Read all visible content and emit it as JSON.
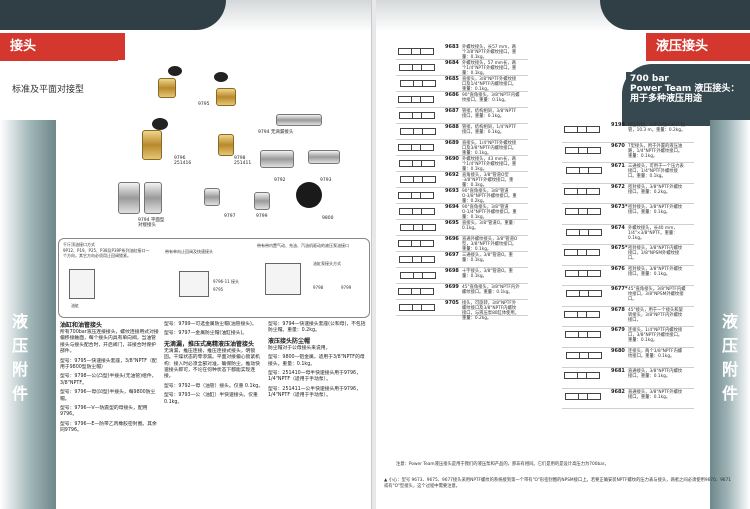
{
  "left": {
    "tab_title": "接头",
    "subtitle": "标准及平面对接型",
    "side_text": [
      "液",
      "压",
      "附",
      "件"
    ],
    "photo_labels": [
      {
        "id": "9795",
        "text": "9795"
      },
      {
        "id": "9796-251416",
        "text": "9796\n251416"
      },
      {
        "id": "9798",
        "text": "9798\n251411"
      },
      {
        "id": "9794",
        "text": "9794 无滴漏接头"
      },
      {
        "id": "9792",
        "text": "9792"
      },
      {
        "id": "9793",
        "text": "9793"
      },
      {
        "id": "9794p",
        "text": "9794 平面型\n对接接头"
      },
      {
        "id": "9797",
        "text": "9797"
      },
      {
        "id": "9799",
        "text": "9799"
      },
      {
        "id": "9800",
        "text": "9800"
      }
    ],
    "diagram": {
      "t1": "千斤顶油接口方式",
      "t2": "9P12、P19、P25、P38及P39P系列油缸接口一个方向，其它方向必须用止回阀锁紧。",
      "t3": "油缸",
      "t4": "带有单向止回阀及快速接头",
      "t5": "带有带内置气动、充油、汽油机驱动的液压泵油接口",
      "t6": "9796-11 接头",
      "t7": "9795",
      "t8": "油缸泵接头方式",
      "t9": "9798",
      "t10": "9799"
    },
    "col1": {
      "h": "油缸和油管接头",
      "p1": "所有700bar液压连接接头，螺纹连接用式对接偏移接触面，每个接头内具有单向阀，当油管接头与接头配合时，开启阀门，非接合时保护部件。",
      "p2": "型号：9795—快速接头套座，3/8\"NPTF（配用于9800型防尘帽）",
      "p3": "型号：9798—公(凸型)半接头(无油管)组件，3/8\"NPTF。",
      "p4": "型号：9796—母(凹型)半接头，每9800防尘帽。",
      "p5": "型号：9796—V—防震型的母接头，配用9796。",
      "p6": "型号：9796—E—防带乙丙橡胶密封圈。其余同9796。"
    },
    "col2": {
      "p1": "型号：9799—可选金属防尘帽(油管接头)。",
      "p2": "型号：9797—金属防尘帽(油缸接头)。",
      "h": "无滴漏，推压式高精液压油管接头",
      "p3": "无滴漏，推压连接，推压连接式接头，明锁固。干燥状态的零渗漏。平面对接偏心锁紧机构：接入时必须全部对准，确保防尘，推动快速接头即可，不论在何种状态下都能实现连接。",
      "p4": "型号：9792—母（油管）接头。仅重 0.1kg。",
      "p5": "型号：9793—公（油缸）半快速接头。仅重 0.1kg。"
    },
    "col3": {
      "p1": "型号：9794—快速接头套座(公和母)，不包括防尘帽。重量：0.2kg。",
      "h": "液压接头防尘帽",
      "p2": "防尘帽对于公母接头来说用。",
      "p3": "型号：9800—铝金属，适用于3/8\"NPTF的母接头。重量：0.1kg。",
      "p4": "型号：251410—母半快速接头用于9796，1/4\"NPTF（适用于手动泵）。",
      "p5": "型号：251411—公半快速接头用于9796，1/4\"NPTF（适用于手动泵）。"
    }
  },
  "right": {
    "tab_title": "液压接头",
    "subtitle": [
      "700 bar",
      "Power Team 液压接头：",
      "用于多种液压用途"
    ],
    "side_text": [
      "液",
      "压",
      "附",
      "件"
    ],
    "table1": [
      {
        "model": "9683",
        "desc": "外螺纹接头，长57 mm，两个3/8\"NPTF外螺纹接口。重量：0.1kg。"
      },
      {
        "model": "9684",
        "desc": "外螺纹接头，57 mm长，两个1/4\"NPTF外螺纹接口。重量：0.1kg。"
      },
      {
        "model": "9685",
        "desc": "直接头，3/8\"NPTF外螺纹接口及1/4\"NPTF内螺纹接口。重量：0.1kg。"
      },
      {
        "model": "9686",
        "desc": "90°直角接头，3/8\"NPTF内螺纹接口。重量：0.1kg。"
      },
      {
        "model": "9687",
        "desc": "管接，结构相同，3/8\"NPTF接口。重量：0.1kg。"
      },
      {
        "model": "9688",
        "desc": "管接，结构相同，1/4\"NPTF接口。重量：0.1kg。"
      },
      {
        "model": "9689",
        "desc": "直接头，1/4\"NPTF外螺纹接口及3/8\"NPTF内螺纹接口。重量：0.1kg。"
      },
      {
        "model": "9690",
        "desc": "外螺纹接头，43 mm长，两个1/4\"NPTF外螺纹接口。重量：0.1kg。"
      },
      {
        "model": "9692",
        "desc": "直角接头，3/8\"管道O型·3/8\"NPTF外螺纹接口。重量：0.1kg。"
      },
      {
        "model": "9693",
        "desc": "90°直角接头，3/8\"管道O·3/8\"NPTF外螺纹接口。重量：0.2kg。"
      },
      {
        "model": "9694",
        "desc": "90°直角接头，3/8\"管道O·1/4\"NPTF外螺纹接口。重量：0.1kg。"
      },
      {
        "model": "9695",
        "desc": "直接头，3/8\"管道O。重量：0.1kg。"
      },
      {
        "model": "9696",
        "desc": "直通外螺纹接头，3/8\"管道O型，3/8\"NPTF外螺纹接口。重量：0.1kg。"
      },
      {
        "model": "9697",
        "desc": "三通接头，3/8\"管道O。重量：0.1kg。"
      },
      {
        "model": "9698",
        "desc": "十字接头，3/8\"管道O。重量：0.1kg。"
      },
      {
        "model": "9699",
        "desc": "45°直角接头，3/8\"NPTF内外螺纹接口。重量：0.1kg。"
      },
      {
        "model": "9705",
        "desc": "接头，可旋转，3/8\"NPTF外螺纹接口及3/8\"NPTF内螺纹接口，与液压泵80缸体使用。重量：0.2kg。"
      }
    ],
    "table2": [
      {
        "model": "9198",
        "desc": "液压管接，3/8\"外径×360°接管，10.3 m。重量：0.2kg。"
      },
      {
        "model": "9670",
        "desc": "T型接头，用于外置的液压油路，1/4\"NPTF外螺纹接口。重量：0.1kg。"
      },
      {
        "model": "9671",
        "desc": "三通接头，可用于一个压力表接口，1/4\"NPTF外螺纹接口。重量：0.1kg。"
      },
      {
        "model": "9672",
        "desc": "密封接头，3/8\"NPTF外螺纹接口。重量：0.2kg。"
      },
      {
        "model": "9673*",
        "desc": "密封接头，3/8\"NPTF外螺纹接口。重量：0.1kg。"
      },
      {
        "model": "9674",
        "desc": "外螺纹接头，长40 mm，1/4\"×3/8\"NPTF。重量：0.1kg。"
      },
      {
        "model": "9675*",
        "desc": "密封接头，3/8\"NPTF内螺纹接口，3/8\"NPSM外螺纹接口。"
      },
      {
        "model": "9676",
        "desc": "密封接头，3/8\"NPTF外螺纹接口。重量：0.1kg。"
      },
      {
        "model": "9677*",
        "desc": "45°直角接头，3/8\"NPTF内螺纹接口，3/8\"NPSM外螺纹接口。"
      },
      {
        "model": "9678",
        "desc": "45°接头，用于一个接头和旋转接头，3/8\"NPTF内外螺纹接口。"
      },
      {
        "model": "9679",
        "desc": "连接头，1/4\"NPTF内螺纹接口，3/8\"NPTF外螺纹接口。重量：0.1kg。"
      },
      {
        "model": "9680",
        "desc": "连接头，两个3/8\"NPTF内螺纹接口。重量：0.1kg。"
      },
      {
        "model": "9681",
        "desc": "直通接头，3/8\"NPTF内螺纹接口。重量：0.1kg。"
      },
      {
        "model": "9682",
        "desc": "直通接头，3/8\"NPTF外螺纹接口。重量：0.1kg。"
      }
    ],
    "note": "注意：Power Team液压接头是用于我们的液压泵和产品的，那非有相同。它们是用的是设计高压力为700bar。",
    "warning": "▲ 小心：型号 9673、9675、9677接头采用NPTF螺纹的系统接到第一个带有\"O\"形密封圈的NPSM接口上。若要正确安装NPTF螺纹的压力表与接头，两者之间必须使用9670、9671或有\"O\"型接头，这个过程中需要注意。"
  }
}
